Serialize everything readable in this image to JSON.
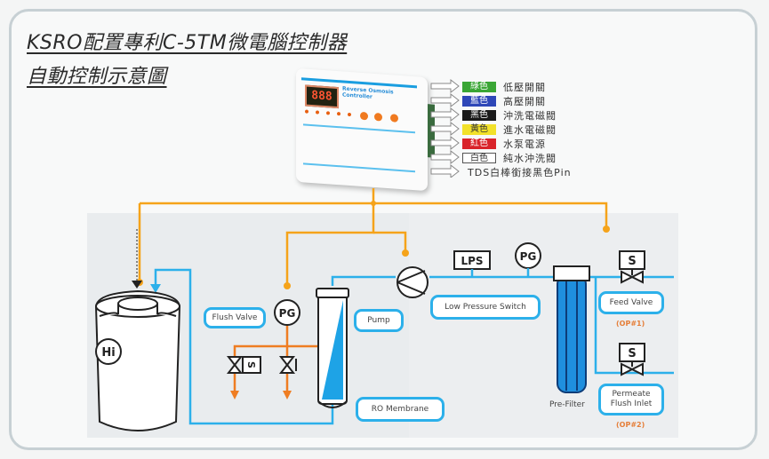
{
  "title": {
    "line1": "KSRO配置專利C-5TM微電腦控制器",
    "line2": "自動控制示意圖"
  },
  "controller": {
    "display": "888",
    "brand_line1": "Reverse Osmosis",
    "brand_line2": "Controller"
  },
  "wiring_legend": [
    {
      "color_name": "綠色",
      "color": "#3aa635",
      "text_color": "#ffffff",
      "function": "低壓開關"
    },
    {
      "color_name": "藍色",
      "color": "#2e47b8",
      "text_color": "#ffffff",
      "function": "高壓開關"
    },
    {
      "color_name": "黑色",
      "color": "#1a1a1a",
      "text_color": "#ffffff",
      "function": "沖洗電磁閥"
    },
    {
      "color_name": "黃色",
      "color": "#f2e12a",
      "text_color": "#333333",
      "function": "進水電磁閥"
    },
    {
      "color_name": "紅色",
      "color": "#d9232a",
      "text_color": "#ffffff",
      "function": "水泵電源"
    },
    {
      "color_name": "白色",
      "color": "#ffffff",
      "text_color": "#333333",
      "function": "純水沖洗閥"
    },
    {
      "color_name": "",
      "color": "",
      "text_color": "#333333",
      "function": "TDS白棒銜接黑色Pin"
    }
  ],
  "components": {
    "tank_symbol": "Hi",
    "flush_valve": "Flush Valve",
    "pressure_gauge": "PG",
    "solenoid": "S",
    "pump": "Pump",
    "ro_membrane": "RO Membrane",
    "lps_symbol": "LPS",
    "low_pressure_switch": "Low Pressure Switch",
    "pre_filter": "Pre-Filter",
    "feed_valve": "Feed Valve",
    "feed_valve_op": "(OP#1)",
    "permeate_line1": "Permeate",
    "permeate_line2": "Flush Inlet",
    "permeate_op": "(OP#2)"
  },
  "colors": {
    "signal_wire": "#f5a31a",
    "water_line": "#2cb0ea",
    "drain_line": "#ef7d22"
  }
}
